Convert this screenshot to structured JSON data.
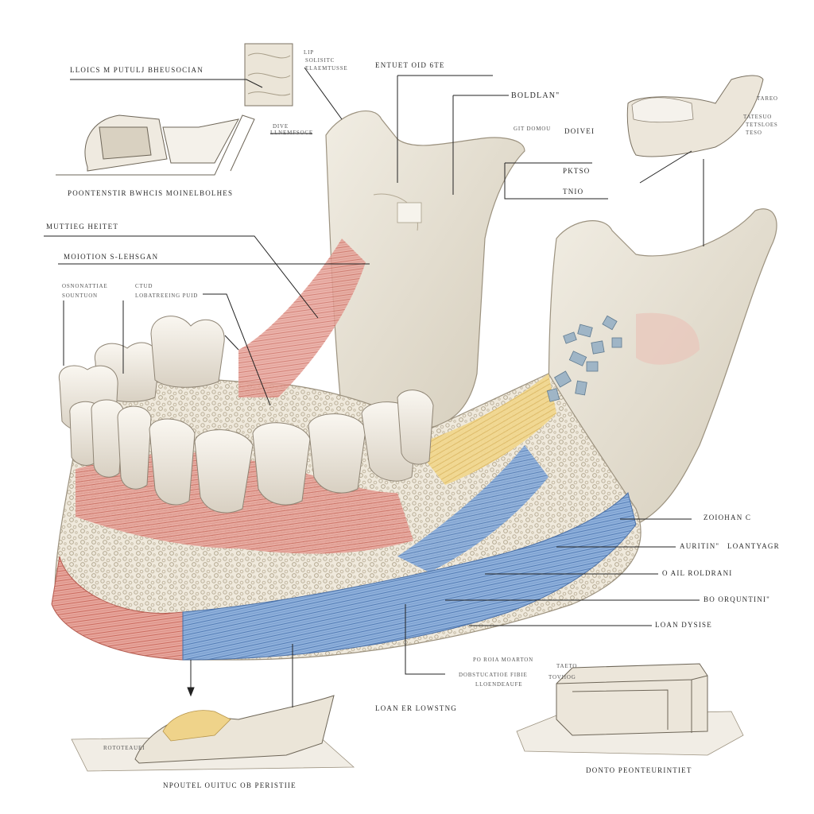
{
  "colors": {
    "bone": "#e9e4d9",
    "bone_shade": "#cfc7b6",
    "cancellous": "#efe9dc",
    "red_fibers": "#d98478",
    "yellow_fibers": "#e7c676",
    "blue_fibers": "#6f95c9",
    "tooth": "#f2eee6",
    "crystal": "#8fa6b8",
    "line": "#222222"
  },
  "labels": {
    "top_left": "LLOICS M PUTULJ BHEUSOCIAN",
    "sketch_tl_caption": "POONTENSTIR BWHCIS MOINELBOLHES",
    "swatch_note_1": "LIP",
    "swatch_note_2": "SOLISITC",
    "swatch_note_3": "ELAEMTUSSE",
    "bone_note_1": "DIVE",
    "bone_note_2": "LLNEMFSOCE",
    "top_center": "ENTUET OID 6TE",
    "top_bold": "BOLDLAN\"",
    "top_small": "GIT DOMOU",
    "top_dive": "DOIVEI",
    "mid_right_1": "PKTSO",
    "mid_right_2": "TNIO",
    "jaw_tr_note_1": "TAREO",
    "jaw_tr_note_2": "TATESUO",
    "jaw_tr_note_3": "TETSLOES",
    "jaw_tr_note_4": "TESO",
    "left_1": "MUTTIEG HEITET",
    "left_2": "MOIOTION S-LEHSGAN",
    "left_3a": "OSNONATTIAE",
    "left_3b": "SOUNTUON",
    "left_4a": "CTUD",
    "left_4b": "LOBATREEING PUID",
    "right_1": "ZOIOHAN C",
    "right_2a": "AURITIN\"",
    "right_2b": "LOANTYAGR",
    "right_3": "O AIL ROLDRANI",
    "right_4": "BO ORQUNTINI\"",
    "right_5": "LOAN DYSISE",
    "bottom_mid_1": "PO ROIA MOARTON",
    "bottom_mid_2": "DOBSTUCATIOE FIBIE",
    "bottom_mid_3": "LLOENDEAUFE",
    "bottom_box_1": "TAETO",
    "bottom_box_2": "TOVIIOG",
    "bottom_center": "LOAN ER LOWSTNG",
    "bottom_left_caption": "NPOUTEL OUITUC OB PERISTIIE",
    "bottom_left_note": "ROTOTEAUEI",
    "bottom_right_caption": "DONTO PEONTEURINTIET"
  }
}
